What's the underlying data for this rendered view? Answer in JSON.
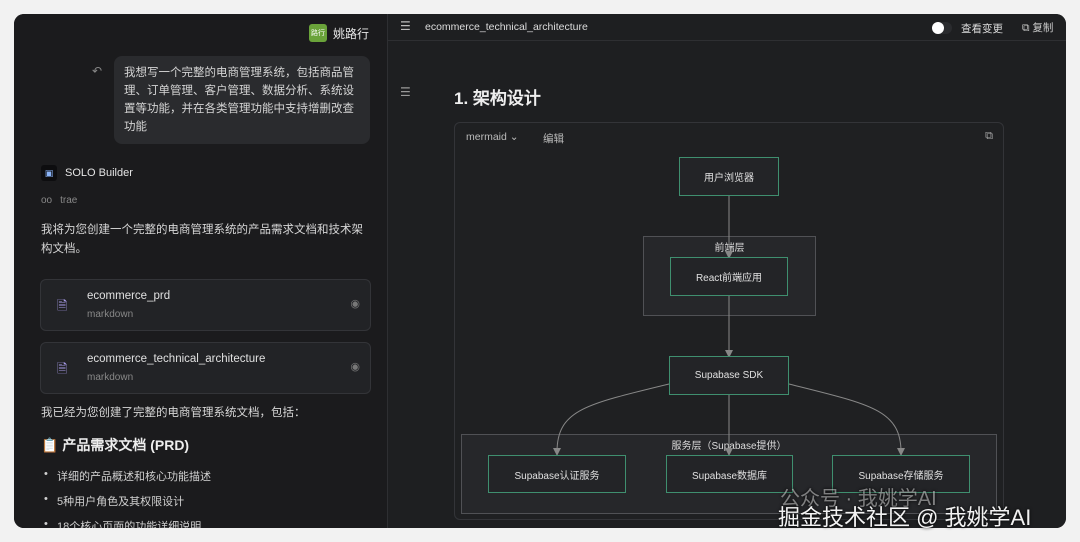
{
  "user": {
    "avatar_text": "路行",
    "name": "姚路行"
  },
  "chat": {
    "user_message": "我想写一个完整的电商管理系统，包括商品管理、订单管理、客户管理、数据分析、系统设置等功能，并在各类管理功能中支持增删改查功能",
    "bot_name": "SOLO Builder",
    "agent": "trae",
    "intro": "我将为您创建一个完整的电商管理系统的产品需求文档和技术架构文档。",
    "files": [
      {
        "name": "ecommerce_prd",
        "type": "markdown"
      },
      {
        "name": "ecommerce_technical_architecture",
        "type": "markdown"
      }
    ],
    "summary": "我已经为您创建了完整的电商管理系统文档，包括：",
    "section_title": "📋 产品需求文档 (PRD)",
    "bullets": [
      "详细的产品概述和核心功能描述",
      "5种用户角色及其权限设计",
      "18个核心页面的功能详细说明"
    ]
  },
  "doc": {
    "title": "ecommerce_technical_architecture",
    "view_changes": "查看变更",
    "copy": "复制",
    "heading": "1. 架构设计",
    "code_lang": "mermaid",
    "edit": "编辑",
    "diagram": {
      "browser": "用户浏览器",
      "frontend_group": "前端层",
      "react": "React前端应用",
      "sdk": "Supabase SDK",
      "service_group": "服务层（Supabase提供）",
      "auth": "Supabase认证服务",
      "db": "Supabase数据库",
      "storage": "Supabase存储服务"
    }
  },
  "watermark": {
    "line1": "公众号 · 我姚学AI",
    "line2": "掘金技术社区 @ 我姚学AI"
  },
  "colors": {
    "node_border": "#3f8f6f",
    "avatar": "#6aa33a",
    "file_icon": "#a89be8"
  }
}
